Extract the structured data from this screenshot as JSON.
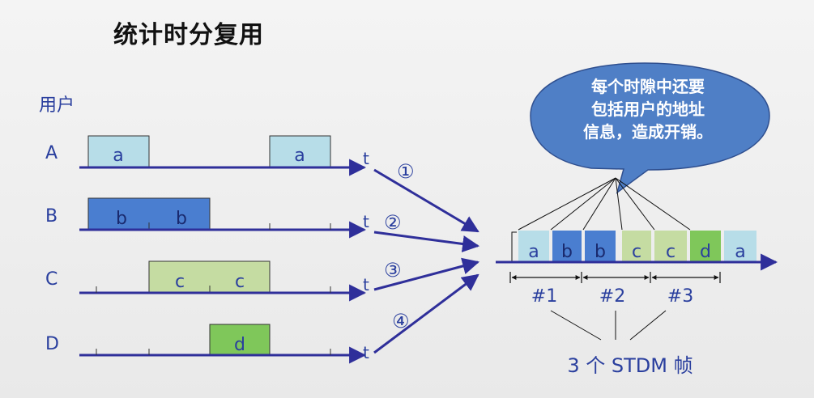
{
  "title": "统计时分复用",
  "users_label": "用户",
  "users": [
    {
      "name": "A",
      "slots": [
        {
          "label": "a"
        },
        {
          "label": "a"
        }
      ]
    },
    {
      "name": "B",
      "slots": [
        {
          "label": "b"
        },
        {
          "label": "b"
        }
      ]
    },
    {
      "name": "C",
      "slots": [
        {
          "label": "c"
        },
        {
          "label": "c"
        }
      ]
    },
    {
      "name": "D",
      "slots": [
        {
          "label": "d"
        }
      ]
    }
  ],
  "time_label": "t",
  "channel_numbers": [
    "①",
    "②",
    "③",
    "④"
  ],
  "callout": {
    "lines": [
      "每个时隙中还要",
      "包括用户的地址",
      "信息，造成开销。"
    ]
  },
  "stdm_slots": [
    "a",
    "b",
    "b",
    "c",
    "c",
    "d",
    "a"
  ],
  "frame_labels": [
    "#1",
    "#2",
    "#3"
  ],
  "frames_caption": "3 个 STDM 帧",
  "colors": {
    "a": "#b7dde8",
    "b": "#4a7ed0",
    "c": "#c5dca2",
    "d": "#7fc75a",
    "axis": "#2f2f9a",
    "callout": "#4f7fc6",
    "label": "#2a3f9e"
  }
}
